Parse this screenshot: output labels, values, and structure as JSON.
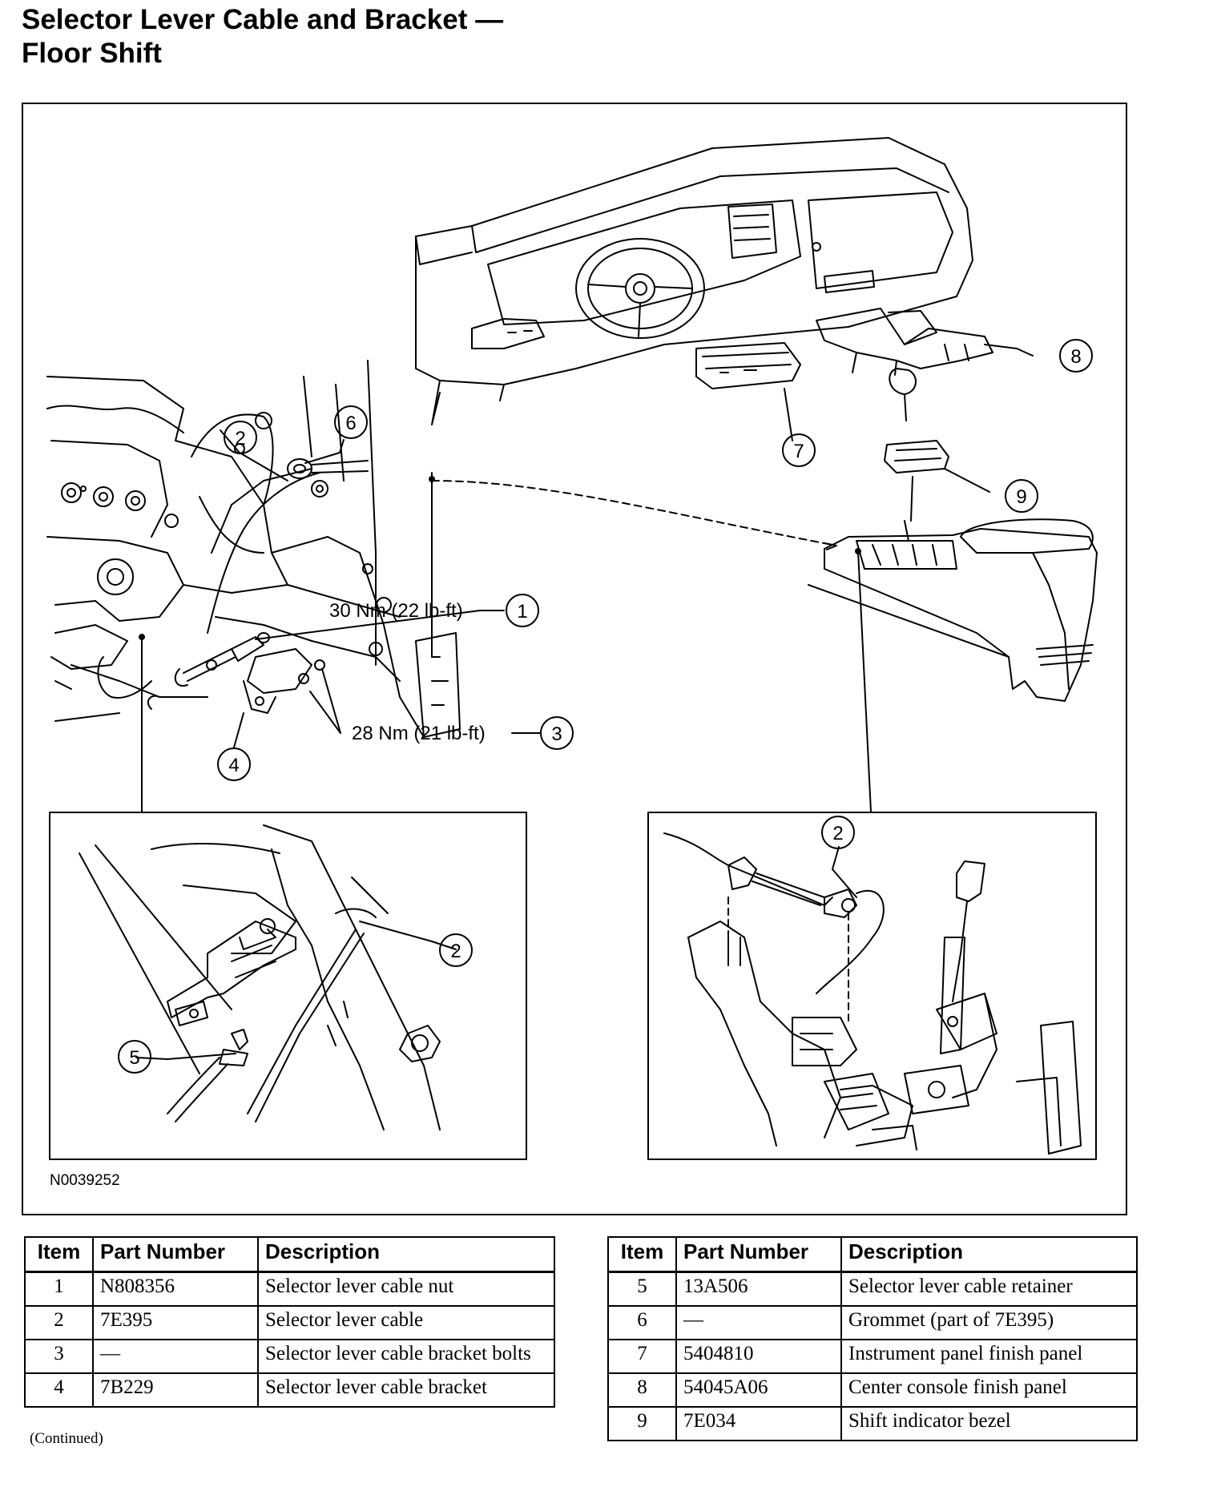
{
  "title": {
    "line1": "Selector Lever Cable and Bracket —",
    "line2": "Floor Shift"
  },
  "figure": {
    "id": "N0039252",
    "callouts": {
      "c1": "1",
      "c2": "2",
      "c3": "3",
      "c4": "4",
      "c5": "5",
      "c6": "6",
      "c7": "7",
      "c8": "8",
      "c9": "9",
      "c2b": "2",
      "c2c": "2"
    },
    "torque": {
      "nut": "30 Nm (22 lb-ft)",
      "bolts": "28 Nm (21 lb-ft)"
    }
  },
  "table_headers": {
    "item": "Item",
    "part_number": "Part Number",
    "description": "Description"
  },
  "table_left": [
    {
      "item": "1",
      "part": "N808356",
      "desc": "Selector lever cable nut"
    },
    {
      "item": "2",
      "part": "7E395",
      "desc": "Selector lever cable"
    },
    {
      "item": "3",
      "part": "—",
      "desc": "Selector lever cable bracket bolts"
    },
    {
      "item": "4",
      "part": "7B229",
      "desc": "Selector lever cable bracket"
    }
  ],
  "table_right": [
    {
      "item": "5",
      "part": "13A506",
      "desc": "Selector lever cable retainer"
    },
    {
      "item": "6",
      "part": "—",
      "desc": "Grommet (part of 7E395)"
    },
    {
      "item": "7",
      "part": "5404810",
      "desc": "Instrument panel finish panel"
    },
    {
      "item": "8",
      "part": "54045A06",
      "desc": "Center console finish panel"
    },
    {
      "item": "9",
      "part": "7E034",
      "desc": "Shift indicator bezel"
    }
  ],
  "continued": "(Continued)"
}
